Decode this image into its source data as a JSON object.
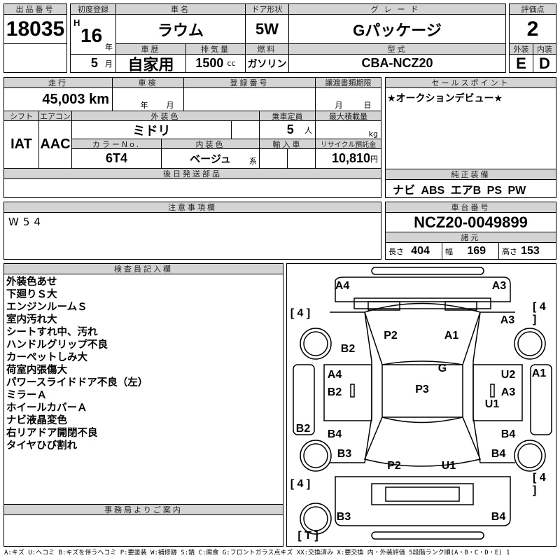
{
  "header": {
    "lot_no_label": "出品番号",
    "lot_no": "18035",
    "first_reg_label": "初度登録",
    "era": "H",
    "year": "16",
    "year_unit": "年",
    "month": "5",
    "month_unit": "月",
    "car_name_label": "車名",
    "car_name": "ラウム",
    "door_label": "ドア形状",
    "door": "5W",
    "grade_label": "グレード",
    "grade": "Gパッケージ",
    "history_label": "車歴",
    "history": "自家用",
    "displacement_label": "排気量",
    "displacement": "1500",
    "displacement_unit": "cc",
    "fuel_label": "燃料",
    "fuel": "ガソリン",
    "model_label": "型式",
    "model": "CBA-NCZ20",
    "score_label": "評価点",
    "score": "2",
    "ext_label": "外装",
    "ext": "E",
    "int_label": "内装",
    "int": "D"
  },
  "details": {
    "mileage_label": "走行",
    "mileage": "45,003 km",
    "inspection_label": "車検",
    "year_unit": "年",
    "month_unit": "月",
    "reg_no_label": "登録番号",
    "transfer_label": "譲渡書類期限",
    "t_month": "月",
    "t_day": "日",
    "shift_label": "シフト",
    "shift": "IAT",
    "ac_label": "エアコン",
    "ac": "AAC",
    "color_label": "外装色",
    "color": "ミドリ",
    "capacity_label": "乗車定員",
    "capacity": "5",
    "capacity_unit": "人",
    "load_label": "最大積載量",
    "load_unit": "kg",
    "color_no_label": "カラーNo.",
    "color_no": "6T4",
    "interior_label": "内装色",
    "interior": "ベージュ",
    "interior_unit": "系",
    "import_label": "輸入車",
    "recycle_label": "リサイクル預託金",
    "recycle": "10,810",
    "recycle_unit": "円",
    "later_parts_label": "後日発送部品"
  },
  "sales": {
    "label": "セールスポイント",
    "text": "★オークションデビュー★",
    "equip_label": "純正装備",
    "equip": "ナビ ABS エアB PS PW"
  },
  "notes": {
    "label": "注意事項欄",
    "text": "W54"
  },
  "chassis": {
    "label": "車台番号",
    "value": "NCZ20-0049899",
    "spec_label": "諸元",
    "length_label": "長さ",
    "length": "404",
    "width_label": "幅",
    "width": "169",
    "height_label": "高さ",
    "height": "153"
  },
  "inspector": {
    "label": "検査員記入欄",
    "lines": [
      "外装色あせ",
      "下廻りＳ大",
      "エンジンルームＳ",
      "室内汚れ大",
      "シートすれ中、汚れ",
      "ハンドルグリップ不良",
      "カーペットしみ大",
      "荷室内張傷大",
      "パワースライドドア不良（左）",
      "ミラーＡ",
      "ホイールカバーＡ",
      "ナビ液晶変色",
      "右リアドア開閉不良",
      "タイヤひび割れ"
    ]
  },
  "office": {
    "label": "事務局よりご案内"
  },
  "diagram": {
    "marks": [
      "A4",
      "A3",
      "[ 4 ]",
      "[ 4 ]",
      "A3",
      "P2",
      "A1",
      "B2",
      "G",
      "A4",
      "U2",
      "A1",
      "B2",
      "P3",
      "A3",
      "U1",
      "B2",
      "B4",
      "B4",
      "B3",
      "B4",
      "P2",
      "U1",
      "[ 4 ]",
      "[ 4 ]",
      "B3",
      "B4",
      "[ T ]"
    ]
  },
  "legend": "A:キズ U:ヘコミ B:キズを伴うヘコミ P:要塗装 W:補修跡 S:錆 C:腐食 G:フロントガラス点キズ XX:交換済み X:要交換 内・外装評価 5段階ランク順(A・B・C・D・E) 1"
}
